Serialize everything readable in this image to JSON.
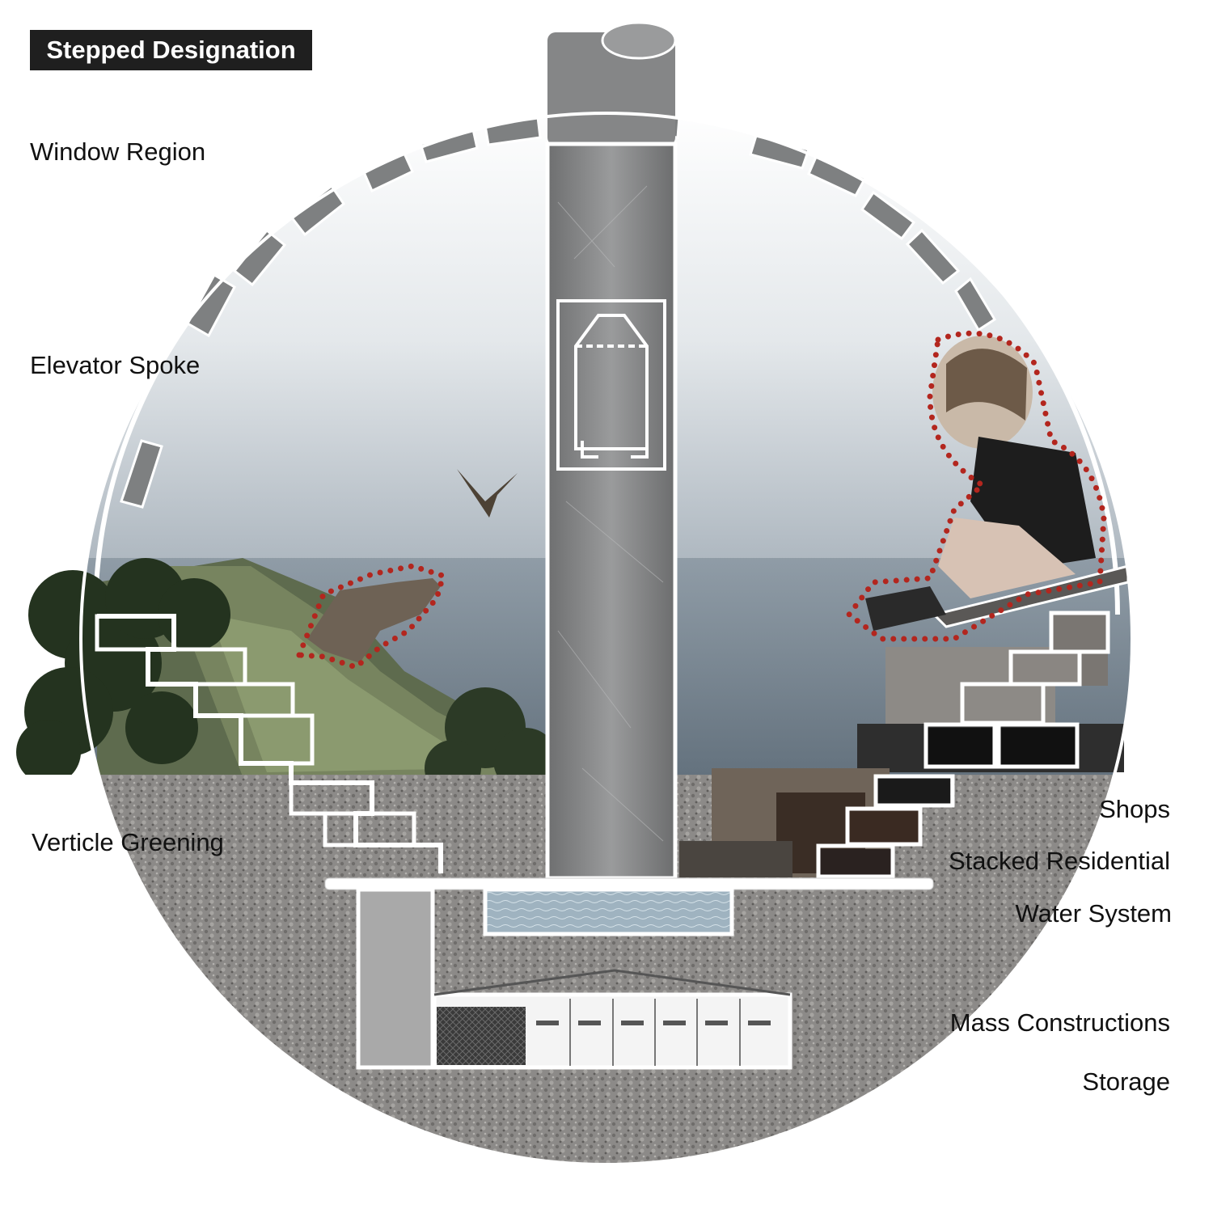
{
  "title": "Stepped Designation",
  "labels_left": {
    "window_region": "Window Region",
    "elevator_spoke": "Elevator Spoke",
    "verticle_greening": "Verticle Greening"
  },
  "labels_right": {
    "shops": "Shops",
    "stacked_residential": "Stacked Residential",
    "water_system": "Water System",
    "mass_constructions": "Mass Constructions",
    "storage": "Storage"
  },
  "colors": {
    "accent_dotted_outline": "#b3261e",
    "concrete": "#8a8886",
    "sky": "#c9d0d6",
    "title_badge": "#1f1f1f"
  }
}
